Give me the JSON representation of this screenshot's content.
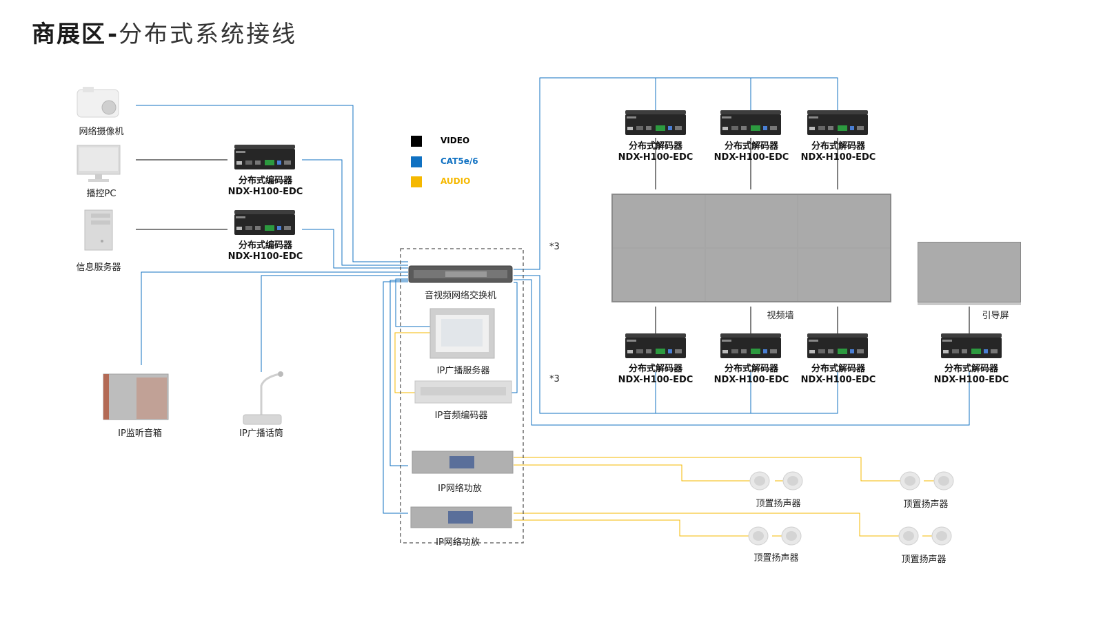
{
  "title": {
    "bold": "商展区",
    "sep": "-",
    "sub": "分布式系统接线"
  },
  "legend": [
    {
      "label": "VIDEO",
      "color": "#000000"
    },
    {
      "label": "CAT5e/6",
      "color": "#1071c2"
    },
    {
      "label": "AUDIO",
      "color": "#f5b800"
    }
  ],
  "sources": {
    "camera": "网络摄像机",
    "pc": "播控PC",
    "server": "信息服务器"
  },
  "encoders": [
    {
      "line1": "分布式编码器",
      "line2": "NDX-H100-EDC"
    },
    {
      "line1": "分布式编码器",
      "line2": "NDX-H100-EDC"
    }
  ],
  "rack": {
    "switch": "音视频网络交换机",
    "broadcast_server": "IP广播服务器",
    "audio_encoder": "IP音频编码器",
    "amp1": "IP网络功放",
    "amp2": "IP网络功放"
  },
  "peripherals": {
    "monitor_speaker": "IP监听音箱",
    "mic": "IP广播话筒"
  },
  "decoders_top": [
    {
      "line1": "分布式解码器",
      "line2": "NDX-H100-EDC"
    },
    {
      "line1": "分布式解码器",
      "line2": "NDX-H100-EDC"
    },
    {
      "line1": "分布式解码器",
      "line2": "NDX-H100-EDC"
    }
  ],
  "decoders_bottom": [
    {
      "line1": "分布式解码器",
      "line2": "NDX-H100-EDC"
    },
    {
      "line1": "分布式解码器",
      "line2": "NDX-H100-EDC"
    },
    {
      "line1": "分布式解码器",
      "line2": "NDX-H100-EDC"
    },
    {
      "line1": "分布式解码器",
      "line2": "NDX-H100-EDC"
    }
  ],
  "video_wall": "视频墙",
  "guide_screen": "引导屏",
  "multiplier_top": "*3",
  "multiplier_bottom": "*3",
  "speakers": [
    "顶置扬声器",
    "顶置扬声器",
    "顶置扬声器",
    "顶置扬声器"
  ]
}
